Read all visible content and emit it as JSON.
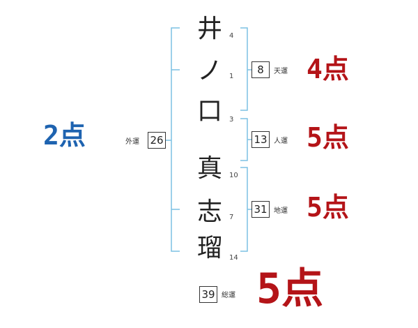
{
  "colors": {
    "bracket": "#7cc1e3",
    "good": "#b41418",
    "outer": "#1e63b0"
  },
  "characters": [
    {
      "char": "井",
      "strokes": "4"
    },
    {
      "char": "ノ",
      "strokes": "1"
    },
    {
      "char": "口",
      "strokes": "3"
    },
    {
      "char": "真",
      "strokes": "10"
    },
    {
      "char": "志",
      "strokes": "7"
    },
    {
      "char": "瑠",
      "strokes": "14"
    }
  ],
  "fortunes": {
    "tenun": {
      "label": "天運",
      "value": "8",
      "score": "4点"
    },
    "jinun": {
      "label": "人運",
      "value": "13",
      "score": "5点"
    },
    "chiun": {
      "label": "地運",
      "value": "31",
      "score": "5点"
    },
    "gaiun": {
      "label": "外運",
      "value": "26",
      "score": "2点"
    },
    "souun": {
      "label": "総運",
      "value": "39",
      "score": "5点"
    }
  }
}
